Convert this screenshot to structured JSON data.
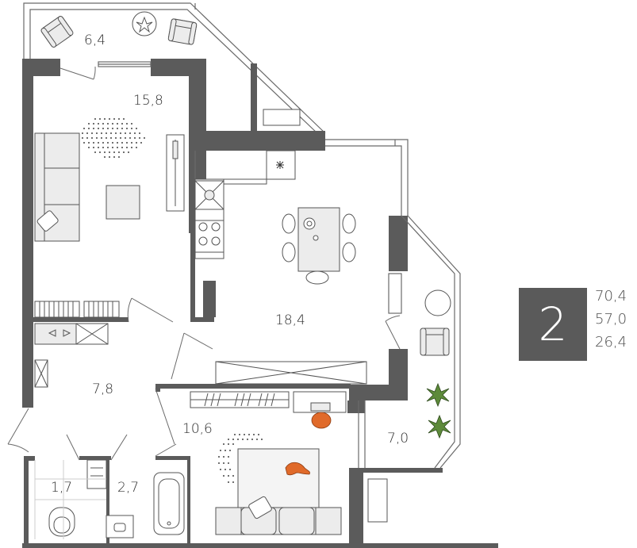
{
  "rooms": [
    {
      "id": "balcony-top",
      "label": "6,4"
    },
    {
      "id": "living-room",
      "label": "15,8"
    },
    {
      "id": "kitchen",
      "label": "18,4"
    },
    {
      "id": "hallway",
      "label": "7,8"
    },
    {
      "id": "bedroom",
      "label": "10,6"
    },
    {
      "id": "loggia",
      "label": "7,0"
    },
    {
      "id": "wc",
      "label": "1,7"
    },
    {
      "id": "bathroom",
      "label": "2,7"
    }
  ],
  "summary": {
    "room_count": "2",
    "areas": [
      "70,4",
      "57,0",
      "26,4"
    ]
  },
  "colors": {
    "wall": "#5b5b5b",
    "furniture_fill": "#ececec",
    "line": "#6a6a6a",
    "badge": "#5a5a5a",
    "accent_orange": "#e06a2a",
    "plant_green": "#5d8a3a"
  }
}
